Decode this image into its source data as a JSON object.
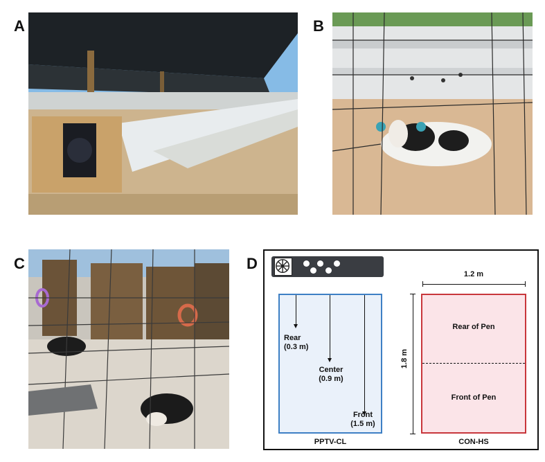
{
  "panels": {
    "a": {
      "letter": "A"
    },
    "b": {
      "letter": "B"
    },
    "c": {
      "letter": "C"
    },
    "d": {
      "letter": "D"
    }
  },
  "diagram": {
    "left_pen": {
      "caption": "PPTV-CL",
      "points": [
        {
          "name": "Rear",
          "distance": "(0.3 m)"
        },
        {
          "name": "Center",
          "distance": "(0.9 m)"
        },
        {
          "name": "Front",
          "distance": "(1.5 m)"
        }
      ]
    },
    "right_pen": {
      "caption": "CON-HS",
      "rear_label": "Rear of Pen",
      "front_label": "Front of Pen",
      "width_label": "1.2 m",
      "length_label": "1.8 m"
    }
  },
  "colors": {
    "ppvt_border": "#3d7fc4",
    "ppvt_fill": "#eaf1fa",
    "con_border": "#c8363b",
    "con_fill": "#fbe4e8",
    "fan_bar": "#3a3d42"
  }
}
